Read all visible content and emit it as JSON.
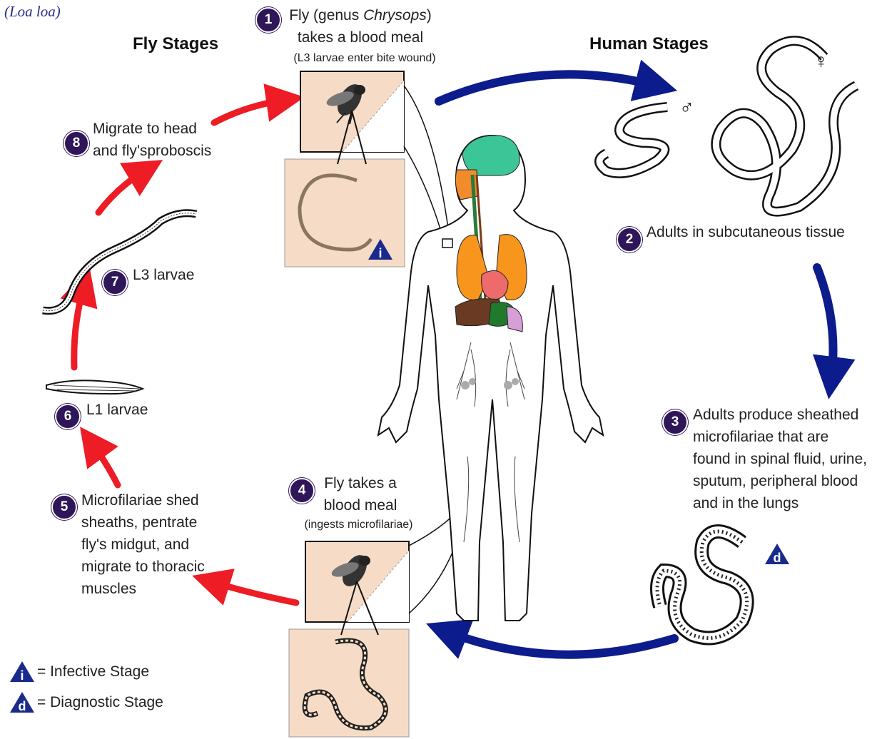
{
  "species": "(Loa loa)",
  "headings": {
    "fly": "Fly Stages",
    "human": "Human Stages"
  },
  "steps": [
    {
      "n": "1",
      "lines": [
        "Fly (genus ",
        "Chrysops",
        ")",
        "takes a blood meal"
      ],
      "note": "(L3 larvae enter bite wound)"
    },
    {
      "n": "2",
      "lines": [
        "Adults in subcutaneous tissue"
      ]
    },
    {
      "n": "3",
      "lines": [
        "Adults produce sheathed",
        "microfilariae that are",
        "found in spinal fluid, urine,",
        "sputum, peripheral blood",
        "and in the lungs"
      ]
    },
    {
      "n": "4",
      "lines": [
        "Fly takes a",
        "blood meal"
      ],
      "note": "(ingests microfilariae)"
    },
    {
      "n": "5",
      "lines": [
        "Microfilariae shed",
        "sheaths, pentrate",
        "fly's midgut, and",
        "migrate to thoracic",
        "muscles"
      ]
    },
    {
      "n": "6",
      "lines": [
        "L1 larvae"
      ]
    },
    {
      "n": "7",
      "lines": [
        "L3 larvae"
      ]
    },
    {
      "n": "8",
      "lines": [
        "Migrate to head",
        "and fly'sproboscis"
      ]
    }
  ],
  "stage_markers": {
    "infective": "i",
    "diagnostic": "d"
  },
  "sex_symbols": {
    "male": "♂",
    "female": "♀"
  },
  "legend": {
    "infective": "= Infective Stage",
    "diagnostic": "= Diagnostic Stage"
  },
  "colors": {
    "fly_arrow": "#ee1c25",
    "human_arrow": "#0c1c8c",
    "badge": "#2e1658",
    "panel": "#f6dcc6",
    "marker": "#1a2a8c"
  }
}
